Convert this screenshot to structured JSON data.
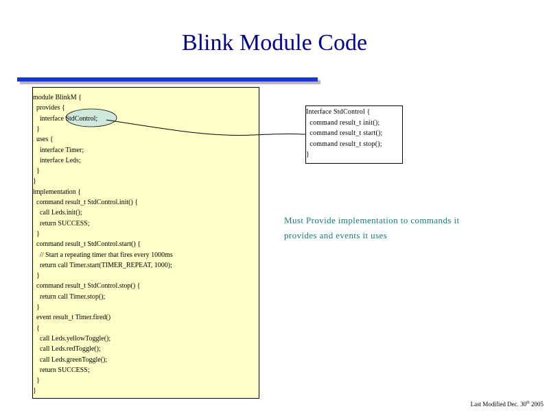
{
  "slide": {
    "title": "Blink Module Code",
    "note_line1": "Must Provide implementation to commands it",
    "note_line2": "provides and events it uses",
    "footer_prefix": "Last Modified Dec. 30",
    "footer_sup": "th",
    "footer_suffix": " 2005"
  },
  "code_lines": [
    "module BlinkM {",
    "  provides {",
    "    interface StdControl;",
    "  }",
    "  uses {",
    "    interface Timer;",
    "    interface Leds;",
    "  }",
    "}",
    "implementation {",
    "  command result_t StdControl.init() {",
    "    call Leds.init();",
    "    return SUCCESS;",
    "  }",
    "  command result_t StdControl.start() {",
    "    // Start a repeating timer that fires every 1000ms",
    "    return call Timer.start(TIMER_REPEAT, 1000);",
    "  }",
    "  command result_t StdControl.stop() {",
    "    return call Timer.stop();",
    "  }",
    "  event result_t Timer.fired()",
    "  {",
    "    call Leds.yellowToggle();",
    "    call Leds.redToggle();",
    "    call Leds.greenToggle();",
    "    return SUCCESS;",
    "  }",
    "}"
  ],
  "interface_lines": [
    "Interface StdControl {",
    "  command result_t init();",
    "  command result_t start();",
    "  command result_t stop();",
    "}"
  ],
  "colors": {
    "title": "#000080",
    "rule": "#1a36d6",
    "code_box_fill": "#ffffc8",
    "highlight_ellipse_fill": "#cfe8dc",
    "note_text": "#1a7a7a"
  }
}
